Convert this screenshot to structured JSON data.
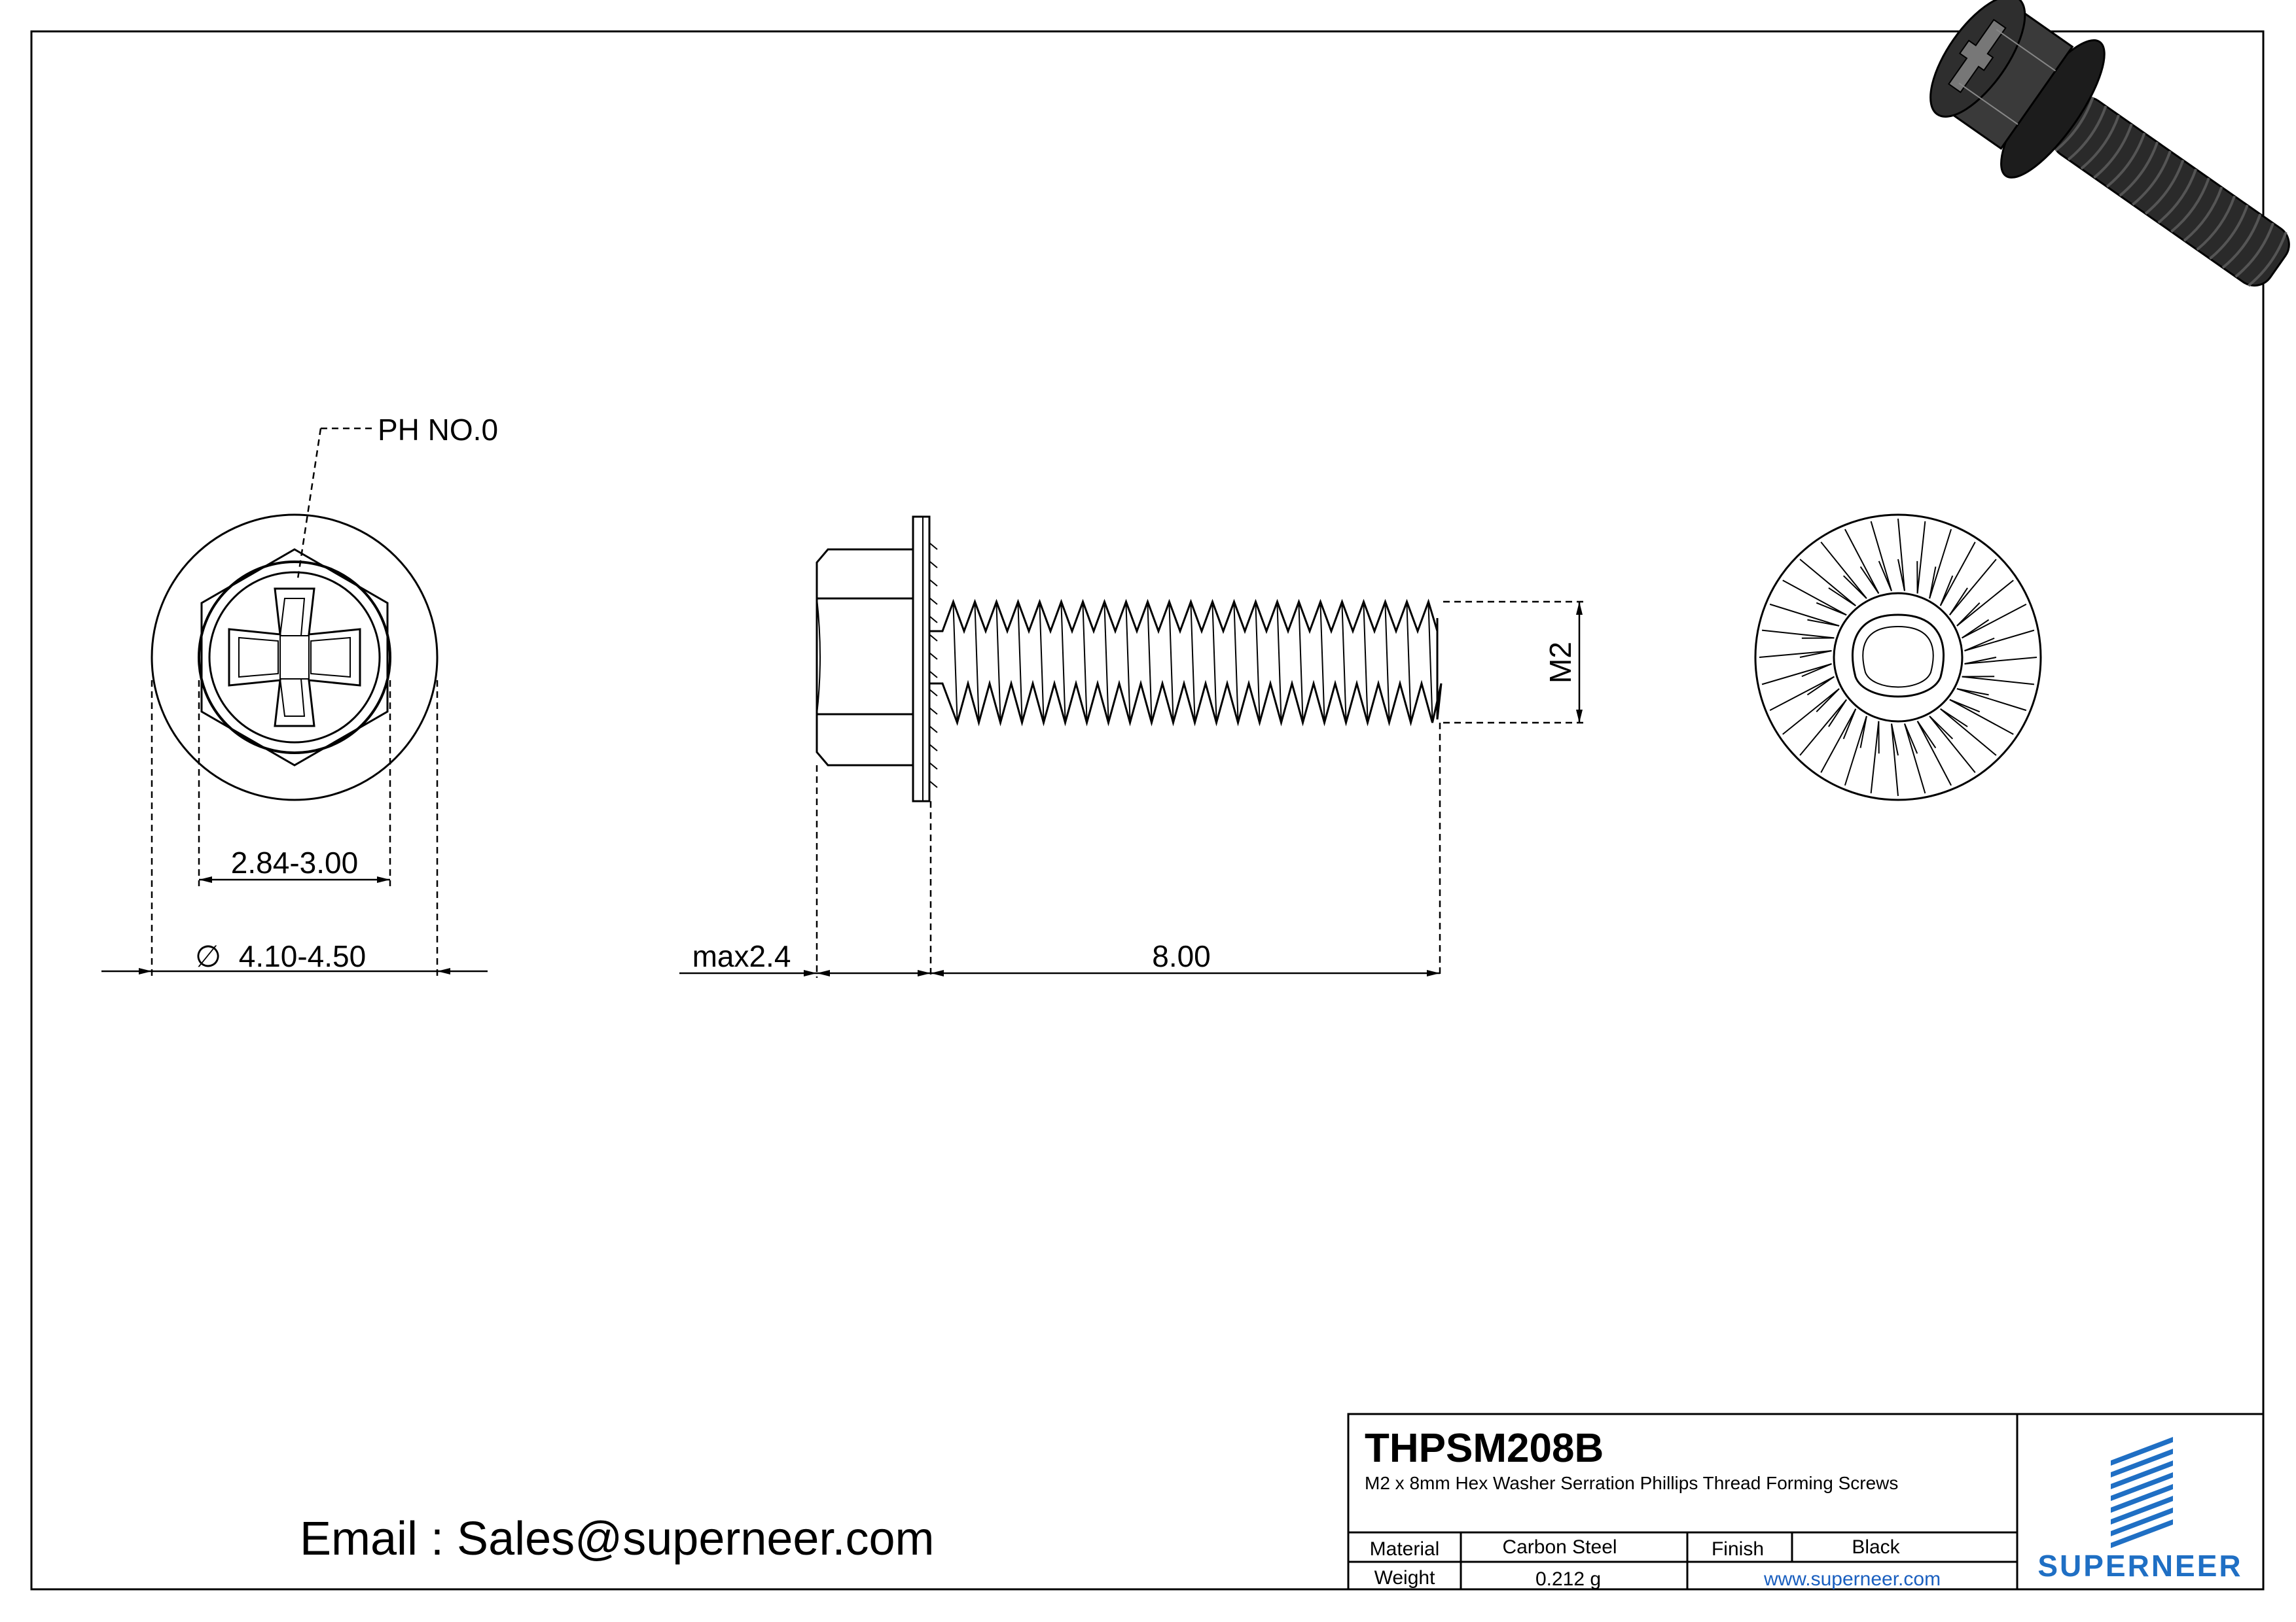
{
  "drawing": {
    "callout_label": "PH NO.0",
    "dim_recess": "2.84-3.00",
    "dim_flange_diameter": "4.10-4.50",
    "diameter_symbol": "∅",
    "dim_head_height": "max2.4",
    "dim_length": "8.00",
    "dim_thread": "M2"
  },
  "footer": {
    "email": "Email : Sales@superneer.com"
  },
  "title_block": {
    "part_number": "THPSM208B",
    "description": "M2 x 8mm Hex Washer Serration Phillips Thread Forming  Screws",
    "material_label": "Material",
    "material_value": "Carbon Steel",
    "finish_label": "Finish",
    "finish_value": "Black",
    "weight_label": "Weight",
    "weight_value": "0.212 g",
    "website": "www.superneer.com",
    "brand": "SUPERNEER",
    "brand_color": "#1f6fc4",
    "logo_icon": "stripes-logo-icon"
  }
}
